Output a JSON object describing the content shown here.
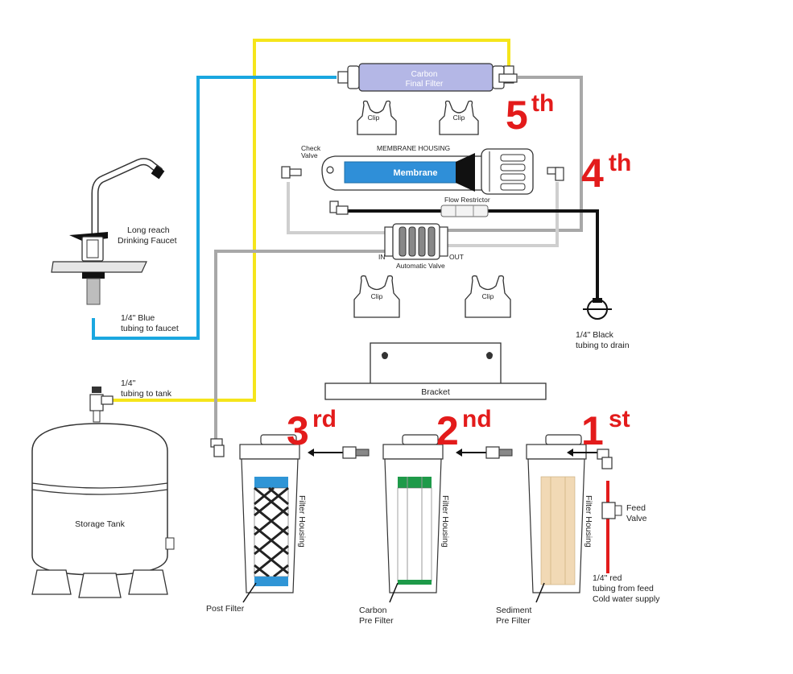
{
  "stages": {
    "first": {
      "num": "1",
      "suffix": "st"
    },
    "second": {
      "num": "2",
      "suffix": "nd"
    },
    "third": {
      "num": "3",
      "suffix": "rd"
    },
    "fourth": {
      "num": "4",
      "suffix": "th"
    },
    "fifth": {
      "num": "5",
      "suffix": "th"
    }
  },
  "labels": {
    "carbon_final_filter_1": "Carbon",
    "carbon_final_filter_2": "Final Filter",
    "clip": "Clip",
    "check_valve_1": "Check",
    "check_valve_2": "Valve",
    "membrane_housing": "MEMBRANE HOUSING",
    "membrane": "Membrane",
    "flow_restrictor": "Flow Restrictor",
    "in": "IN",
    "out": "OUT",
    "automatic_valve": "Automatic Valve",
    "faucet_1": "Long reach",
    "faucet_2": "Drinking Faucet",
    "blue_tubing_1": "1/4\" Blue",
    "blue_tubing_2": "tubing to faucet",
    "black_tubing_1": "1/4\" Black",
    "black_tubing_2": "tubing to drain",
    "bracket": "Bracket",
    "tank_tubing_1": "1/4\"",
    "tank_tubing_2": "tubing to tank",
    "storage_tank": "Storage Tank",
    "filter_housing": "Filter Housing",
    "feed_valve_1": "Feed",
    "feed_valve_2": "Valve",
    "red_tubing_1": "1/4\"  red",
    "red_tubing_2": "tubing from feed",
    "red_tubing_3": "Cold water supply",
    "post_filter": "Post Filter",
    "carbon_pre_1": "Carbon",
    "carbon_pre_2": "Pre Filter",
    "sediment_pre_1": "Sediment",
    "sediment_pre_2": "Pre Filter"
  },
  "colors": {
    "stage_red": "#e31b1b",
    "blue_tube": "#1aa7e0",
    "yellow_tube": "#f5e51b",
    "gray_tube": "#a8a8a8",
    "black_tube": "#111111",
    "red_tube": "#e31b1b",
    "membrane_blue": "#2f8fd8",
    "carbon_final_purple": "#b4b7e6",
    "carbon_green": "#1e9a49",
    "sediment_tan": "#f1d9b5",
    "post_blue": "#2f95d6"
  }
}
